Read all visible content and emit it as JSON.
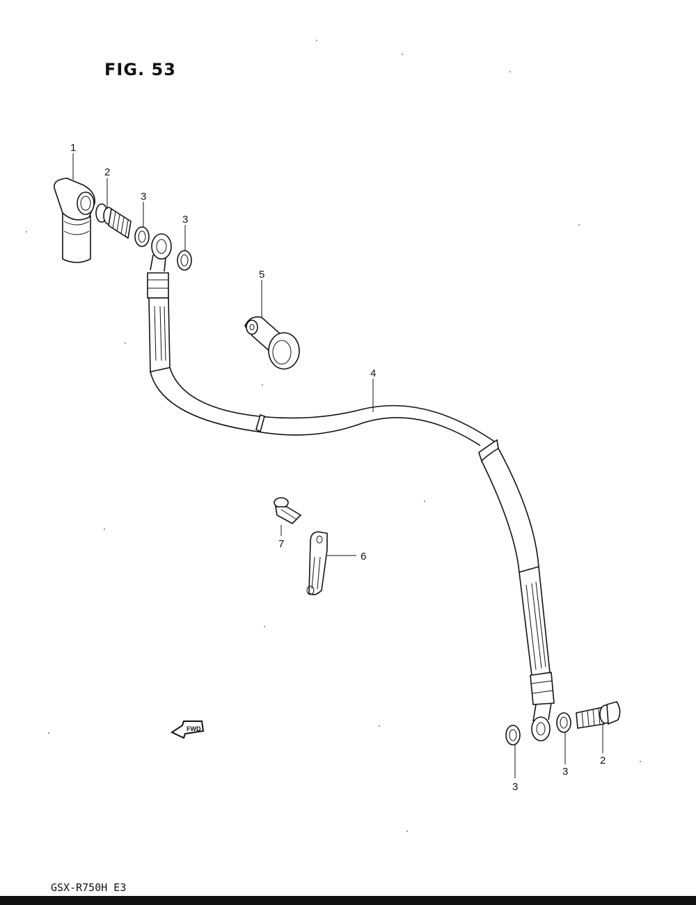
{
  "figure": {
    "title": "FIG. 53",
    "model": "GSX-R750H  E3"
  },
  "fwd_label": "FWD",
  "callouts": [
    {
      "number": "1",
      "part": "union-fitting"
    },
    {
      "number": "2",
      "part": "union-bolt-top"
    },
    {
      "number": "3",
      "part": "gasket-top-a"
    },
    {
      "number": "3",
      "part": "gasket-top-b"
    },
    {
      "number": "5",
      "part": "hose-guide"
    },
    {
      "number": "4",
      "part": "brake-hose"
    },
    {
      "number": "7",
      "part": "clamp-bolt"
    },
    {
      "number": "6",
      "part": "hose-clamp"
    },
    {
      "number": "3",
      "part": "gasket-bottom-a"
    },
    {
      "number": "3",
      "part": "gasket-bottom-b"
    },
    {
      "number": "2",
      "part": "union-bolt-bottom"
    }
  ]
}
